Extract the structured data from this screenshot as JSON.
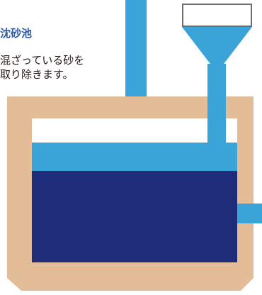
{
  "caption": {
    "title": "沈砂池",
    "lines": [
      "混ざっている砂を",
      "取り除きます。"
    ]
  },
  "colors": {
    "title": "#2e5aa7",
    "text": "#231815",
    "tank_wall": "#e3bd97",
    "water_light": "#3aa3d8",
    "sediment": "#1e2d7a",
    "funnel_outline": "#6e6e6e"
  },
  "icons": [
    "inflow-pipe",
    "hopper-funnel",
    "drop-pipe",
    "outlet-pipe"
  ]
}
